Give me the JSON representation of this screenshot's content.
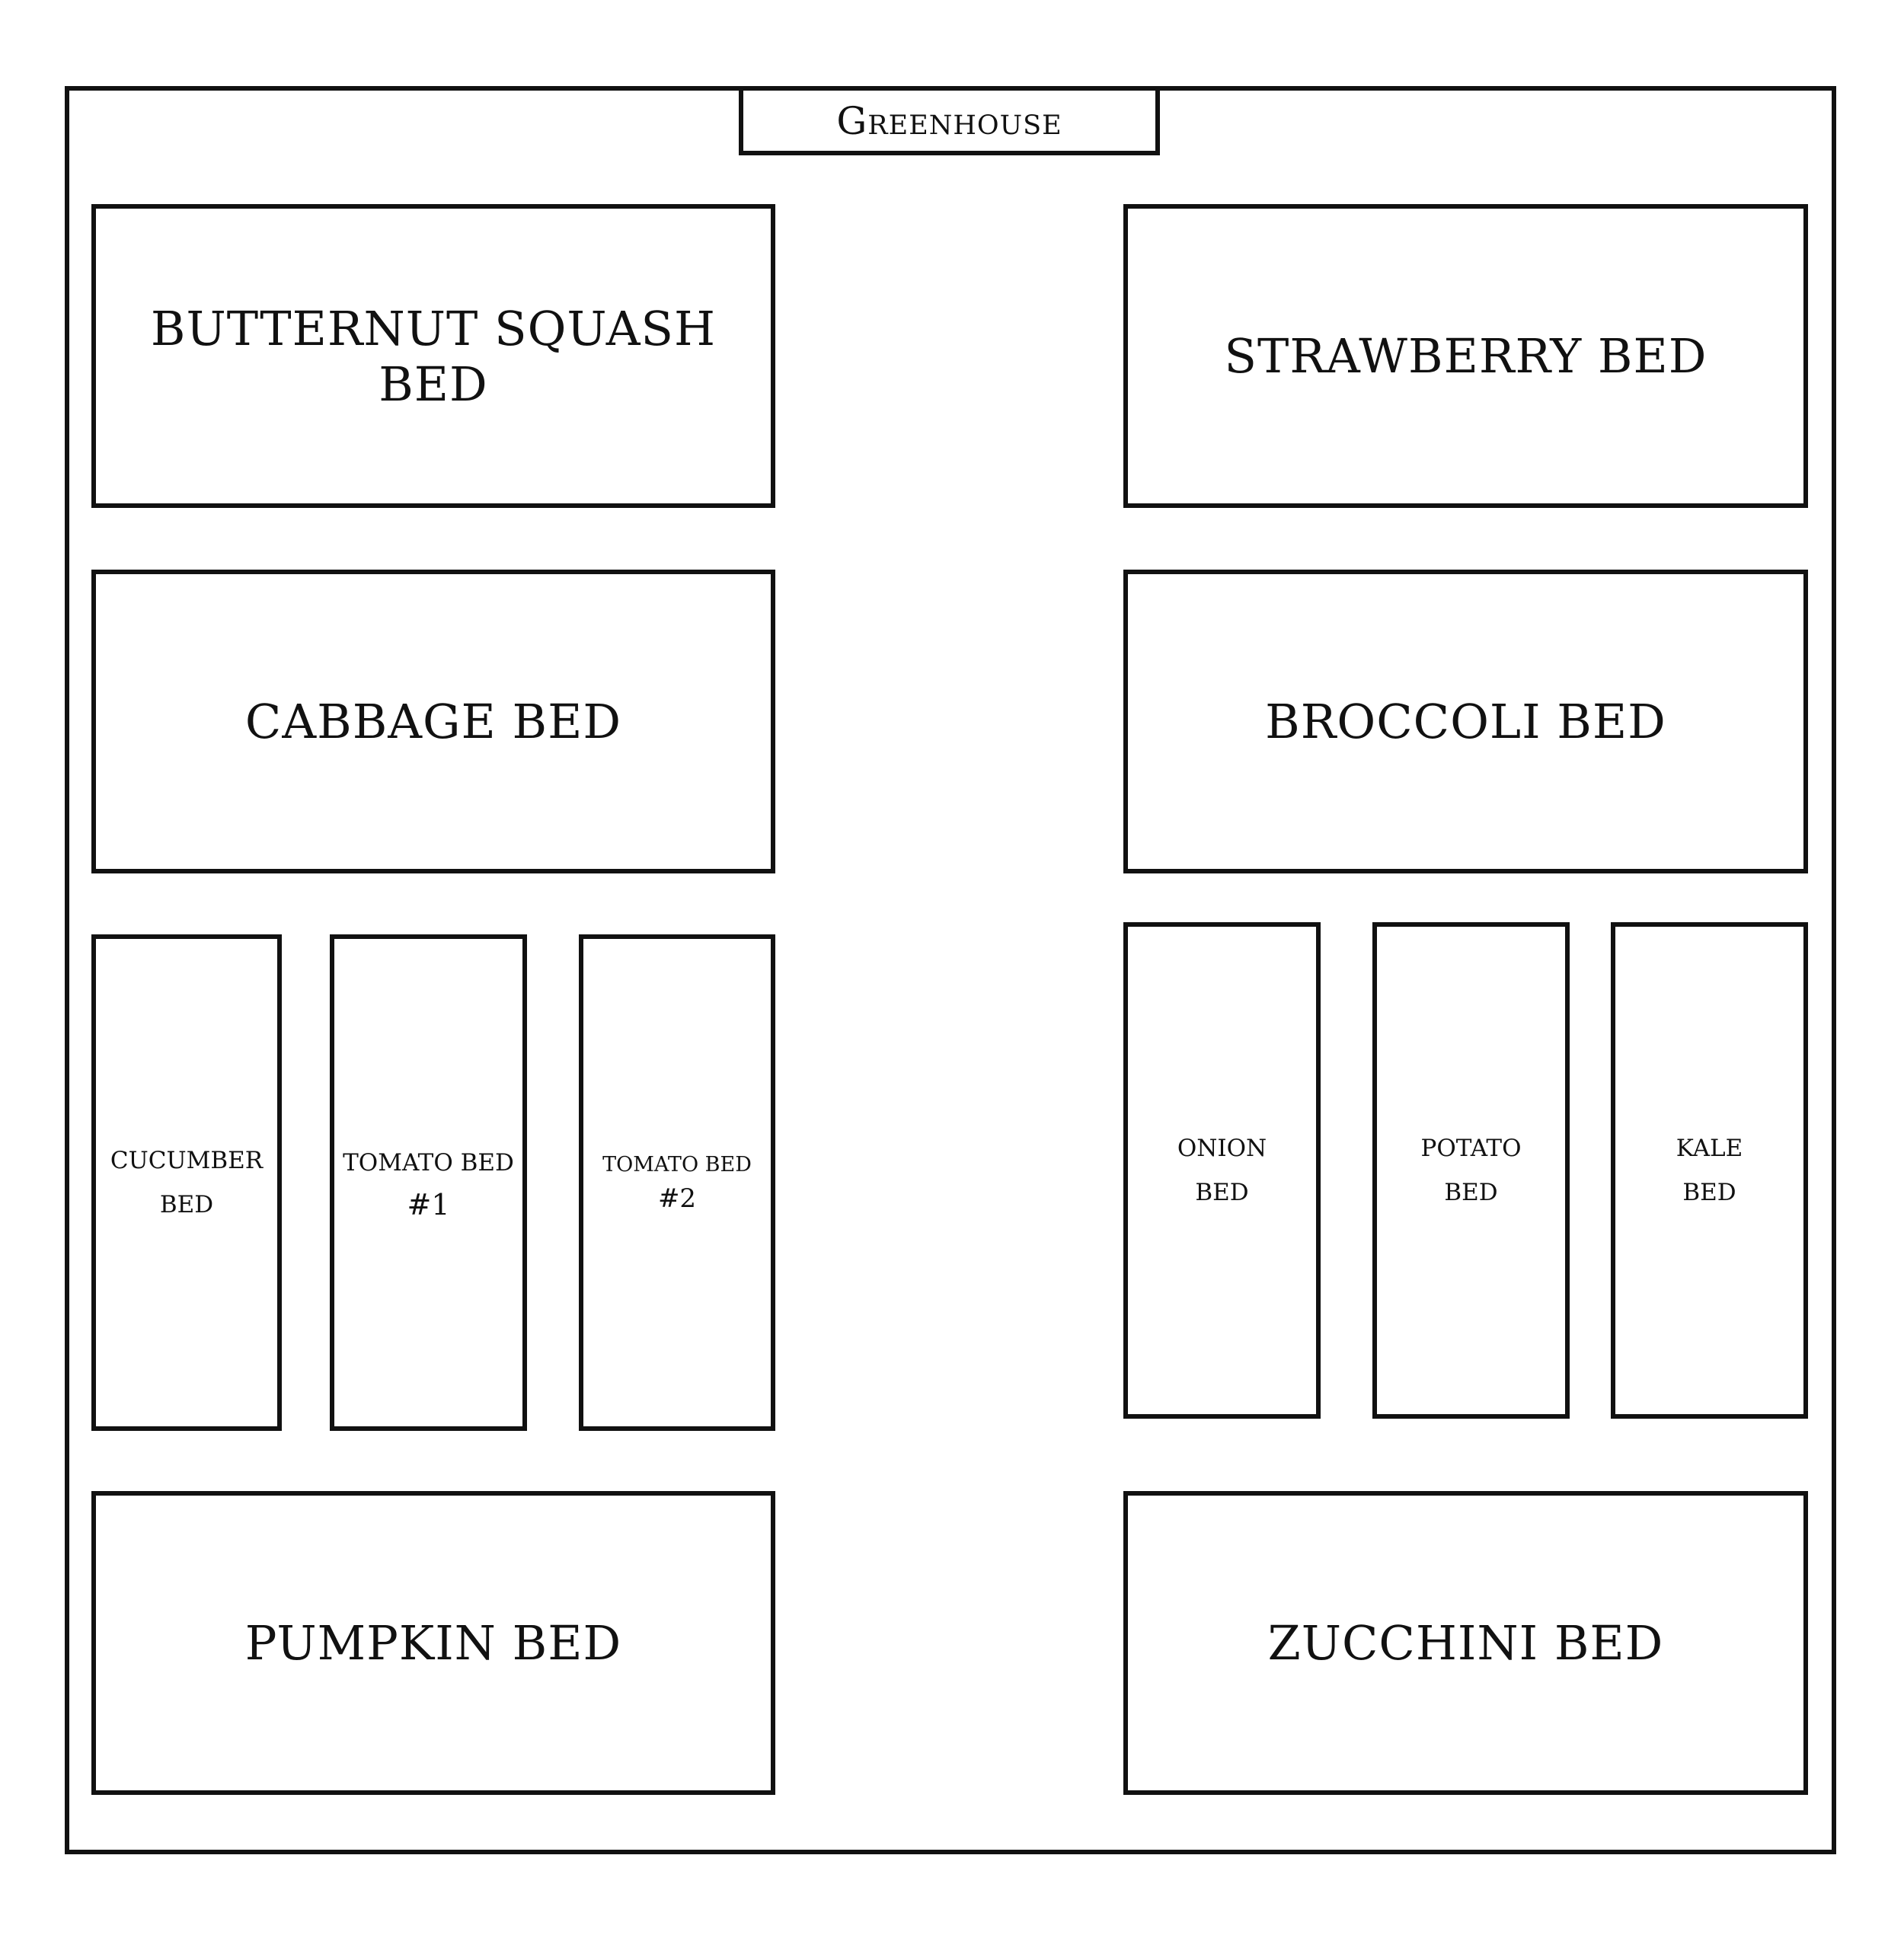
{
  "garden": {
    "greenhouse": "Greenhouse",
    "left": {
      "butternut": "BUTTERNUT SQUASH BED",
      "cabbage": "CABBAGE BED",
      "cucumber": "CUCUMBER\nBED",
      "tomato1_line1": "TOMATO BED",
      "tomato1_line2": "#1",
      "tomato2_line1": "TOMATO BED",
      "tomato2_line2": "#2",
      "pumpkin": "PUMPKIN BED"
    },
    "right": {
      "strawberry": "STRAWBERRY BED",
      "broccoli": "BROCCOLI BED",
      "onion": "ONION\nBED",
      "potato": "POTATO\nBED",
      "kale": "KALE\nBED",
      "zucchini": "ZUCCHINI BED"
    }
  }
}
